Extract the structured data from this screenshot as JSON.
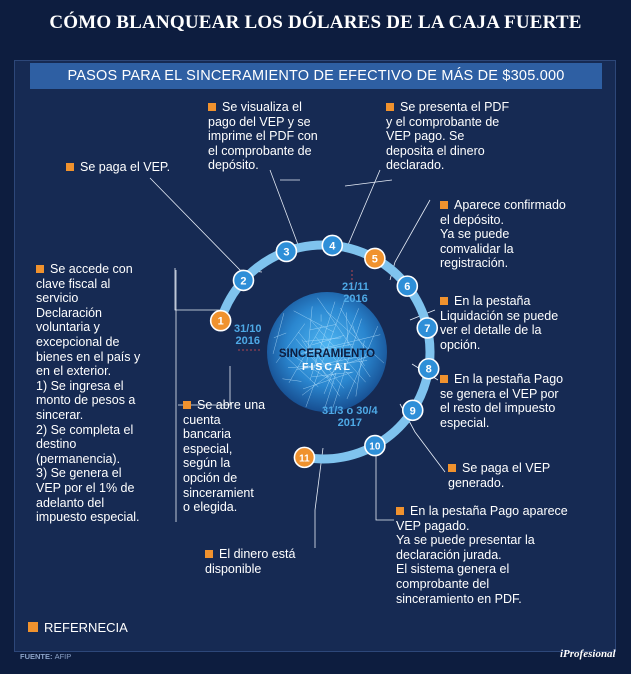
{
  "title": "CÓMO BLANQUEAR LOS DÓLARES DE LA CAJA FUERTE",
  "subtitle": "PASOS PARA EL SINCERAMIENTO DE EFECTIVO DE MÁS DE $305.000",
  "center": {
    "line1": "SINCERAMIENTO",
    "line2": "FISCAL"
  },
  "dates": [
    {
      "line1": "31/10",
      "line2": "2016"
    },
    {
      "line1": "21/11",
      "line2": "2016"
    },
    {
      "line1": "31/3 o 30/4",
      "line2": "2017"
    }
  ],
  "step_numbers": [
    "1",
    "2",
    "3",
    "4",
    "5",
    "6",
    "7",
    "8",
    "9",
    "10",
    "11"
  ],
  "steps": [
    {
      "id": 1,
      "text": "Se abre una\ncuenta\nbancaria\nespecial,\nsegún la\nopción de\nsinceramient\no elegida."
    },
    {
      "id": 2,
      "text": "Se accede con\nclave fiscal al\nservicio\nDeclaración\nvoluntaria y\nexcepcional de\nbienes en el país y\nen el exterior.\n1) Se ingresa el\nmonto de pesos a\nsincerar.\n2) Se completa el\ndestino\n(permanencia).\n3) Se genera el\nVEP por el 1% de\nadelanto del\nimpuesto especial."
    },
    {
      "id": 3,
      "text": "Se paga el VEP."
    },
    {
      "id": 4,
      "text": "Se visualiza el\npago del VEP y se\nimprime el PDF con\nel comprobante de\ndepósito."
    },
    {
      "id": 5,
      "text": "Se presenta el PDF\ny el comprobante de\nVEP pago. Se\ndeposita el dinero\ndeclarado."
    },
    {
      "id": 6,
      "text": "Aparece confirmado\nel depósito.\nYa se puede\ncomvalidar la\nregistración."
    },
    {
      "id": 7,
      "text": "En la pestaña\nLiquidación se puede\nver el detalle de la\nopción."
    },
    {
      "id": 8,
      "text": "En la pestaña Pago\nse genera el VEP por\nel resto del impuesto\nespecial."
    },
    {
      "id": 9,
      "text": "Se paga el VEP\ngenerado."
    },
    {
      "id": 10,
      "text": "En la pestaña Pago aparece\nVEP pagado.\nYa se puede presentar la\ndeclaración jurada.\nEl sistema genera el\ncomprobante del\nsinceramiento en PDF."
    },
    {
      "id": 11,
      "text": "El dinero está\ndisponible"
    }
  ],
  "legend": {
    "label": "REFERNECIA"
  },
  "source": {
    "label": "FUENTE:",
    "value": "AFIP"
  },
  "brand": "iProfesional",
  "colors": {
    "background": "#0d1d3f",
    "panel": "#162a53",
    "accent_blue": "#2e8fd8",
    "accent_orange": "#f0922e",
    "bar": "#2e5fa3"
  }
}
